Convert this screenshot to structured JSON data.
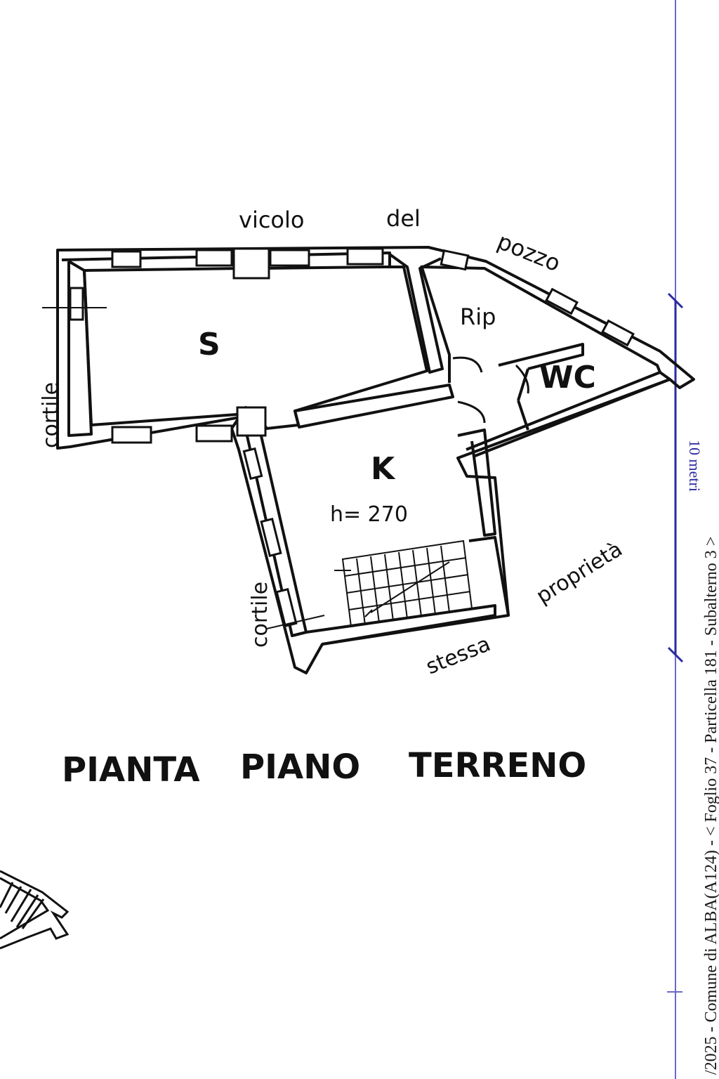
{
  "labels": {
    "street_1": "vicolo",
    "street_2": "del",
    "street_3": "pozzo",
    "room_s": "S",
    "room_rip": "Rip",
    "room_wc": "WC",
    "room_k": "K",
    "height": "h= 270",
    "cortile_left": "cortile",
    "cortile_bottom": "cortile",
    "proprieta": "proprietà",
    "stessa": "stessa"
  },
  "title": {
    "word_1": "PIANTA",
    "word_2": "PIANO",
    "word_3": "TERRENO"
  },
  "scale": {
    "label": "10 metri",
    "color": "#2a2aa0"
  },
  "stamp": {
    "text": "/2025 - Comune di ALBA(A124) - < Foglio 37 - Particella 181 - Subalterno 3 >"
  },
  "colors": {
    "ink": "#111111",
    "wall_fill": "#ffffff",
    "border_line": "#3a3ab0"
  }
}
